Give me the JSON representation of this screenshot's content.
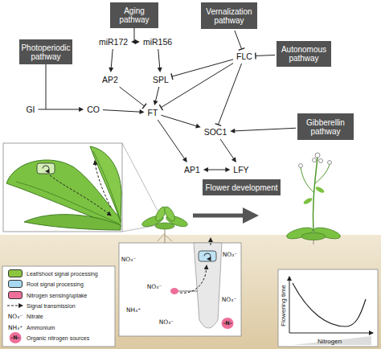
{
  "diagram": {
    "nodes": [
      {
        "text": [
          "Aging pathway"
        ]
      },
      {
        "text": [
          "Vernalization pathway"
        ]
      },
      {
        "text": [
          "Photoperiodic pathway"
        ]
      },
      {
        "text": [
          "Autonomous pathway"
        ]
      },
      {
        "text": [
          "miR172"
        ]
      },
      {
        "text": [
          "miR156"
        ]
      },
      {
        "text": [
          "FLC"
        ]
      },
      {
        "text": [
          "AP2"
        ]
      },
      {
        "text": [
          "SPL"
        ]
      },
      {
        "text": [
          "GI"
        ]
      },
      {
        "text": [
          "CO"
        ]
      },
      {
        "text": [
          "FT"
        ]
      },
      {
        "text": [
          "Gibberellin pathway"
        ]
      },
      {
        "text": [
          "SOC1"
        ]
      },
      {
        "text": [
          "AP1"
        ]
      },
      {
        "text": [
          "LFY"
        ]
      },
      {
        "text": [
          "Flower development"
        ]
      }
    ],
    "edges": [
      {
        "from": 4,
        "to": 5,
        "arrow": "both"
      },
      {
        "from": 4,
        "to": 7,
        "arrow": "to"
      },
      {
        "from": 5,
        "to": 8,
        "arrow": "to"
      },
      {
        "from": 7,
        "to": 11,
        "arrow": "to"
      },
      {
        "from": 8,
        "to": 11,
        "arrow": "to"
      },
      {
        "from": 6,
        "to": 8,
        "arrow": "to"
      },
      {
        "from": 1,
        "to": 6,
        "arrow": "to"
      },
      {
        "from": 3,
        "to": 6,
        "arrow": "to"
      },
      {
        "from": 6,
        "to": 11,
        "arrow": "to"
      },
      {
        "from": 6,
        "to": 13,
        "arrow": "to"
      },
      {
        "from": 9,
        "to": 10,
        "arrow": "to"
      },
      {
        "from": 10,
        "to": 11,
        "arrow": "to"
      },
      {
        "from": 11,
        "to": 13,
        "arrow": "to"
      },
      {
        "from": 12,
        "to": 13,
        "arrow": "to"
      },
      {
        "from": 11,
        "to": 14,
        "arrow": "to"
      },
      {
        "from": 13,
        "to": 15,
        "arrow": "to"
      },
      {
        "from": 14,
        "to": 15,
        "arrow": "both"
      }
    ],
    "labels": [
      "NO₃⁻",
      "NO₃⁻",
      "NO₃⁻",
      "NO₃⁻",
      "NH₄⁺",
      "NO₃⁻",
      "-N-",
      "NO₃⁻",
      "NH₄⁺",
      "-N-",
      "Flowering time",
      "Nitrogen"
    ],
    "legend": [
      {
        "text": "Leaf/shoot signal processing",
        "color": "#8cc63f"
      },
      {
        "text": "Root signal processing",
        "color": "#a6d8ef"
      },
      {
        "text": "Nitrogen sensing/uptake",
        "color": "#ee6f9a"
      },
      {
        "text": "Signal transmission"
      },
      {
        "text": "Nitrate"
      },
      {
        "text": "Ammonium"
      },
      {
        "text": "Organic nitrogen sources"
      }
    ]
  }
}
